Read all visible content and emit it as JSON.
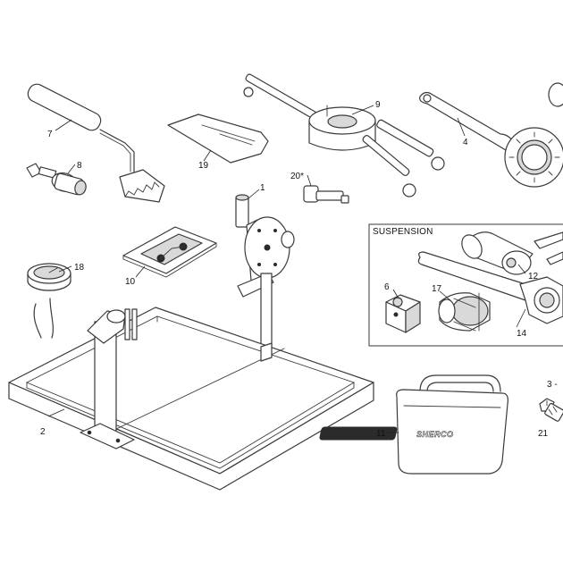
{
  "diagram": {
    "box_title": "SUSPENSION",
    "brand_text": "SHERCO",
    "callouts": {
      "c1": "1",
      "c2": "2",
      "c3": "3 -",
      "c4": "4",
      "c6": "6",
      "c7": "7",
      "c8": "8",
      "c9": "9",
      "c10": "10",
      "c11": "11",
      "c12": "12",
      "c14": "14",
      "c17": "17",
      "c18": "18",
      "c19": "19",
      "c20": "20*",
      "c21": "21"
    }
  }
}
